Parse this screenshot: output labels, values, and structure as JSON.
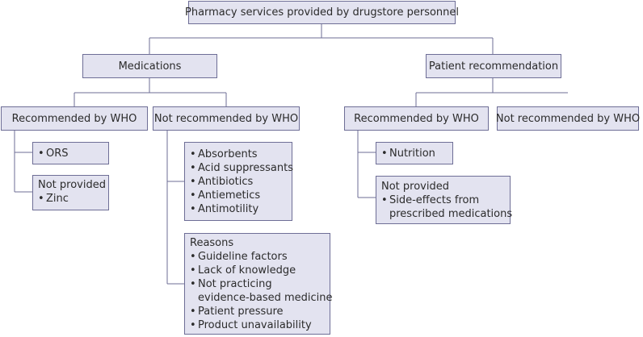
{
  "root": "Pharmacy services provided by drugstore personnel",
  "medications": {
    "label": "Medications",
    "recommended": {
      "label": "Recommended by WHO",
      "provided_items": [
        "ORS"
      ],
      "not_provided": {
        "heading": "Not provided",
        "items": [
          "Zinc"
        ]
      }
    },
    "not_recommended": {
      "label": "Not recommended by WHO",
      "items": [
        "Absorbents",
        "Acid suppressants",
        "Antibiotics",
        "Antiemetics",
        "Antimotility"
      ],
      "reasons": {
        "heading": "Reasons",
        "items": [
          "Guideline factors",
          "Lack of knowledge",
          "Not practicing",
          "evidence-based medicine",
          "Patient pressure",
          "Product unavailability"
        ]
      }
    }
  },
  "patient_recommendation": {
    "label": "Patient recommendation",
    "recommended": {
      "label": "Recommended by WHO",
      "provided_items": [
        "Nutrition"
      ],
      "not_provided": {
        "heading": "Not provided",
        "items": [
          "Side-effects from",
          "prescribed medications"
        ]
      }
    },
    "not_recommended": {
      "label": "Not recommended by WHO"
    }
  }
}
